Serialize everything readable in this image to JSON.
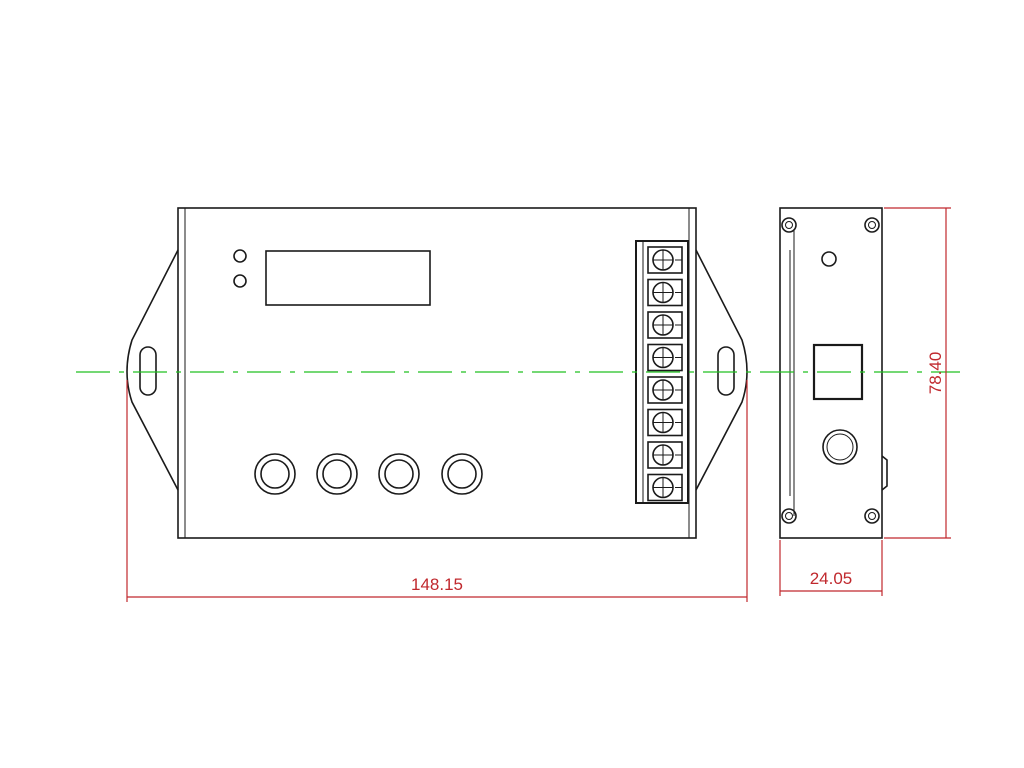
{
  "dimensions": {
    "width_label": "148.15",
    "depth_label": "24.05",
    "height_label": "78.40"
  },
  "colors": {
    "outline": "#1a1a1a",
    "dimension": "#c0282d",
    "centerline": "#20c020",
    "background": "#ffffff"
  },
  "front_view": {
    "button_count": 4,
    "terminal_count": 8,
    "led_count": 2
  }
}
